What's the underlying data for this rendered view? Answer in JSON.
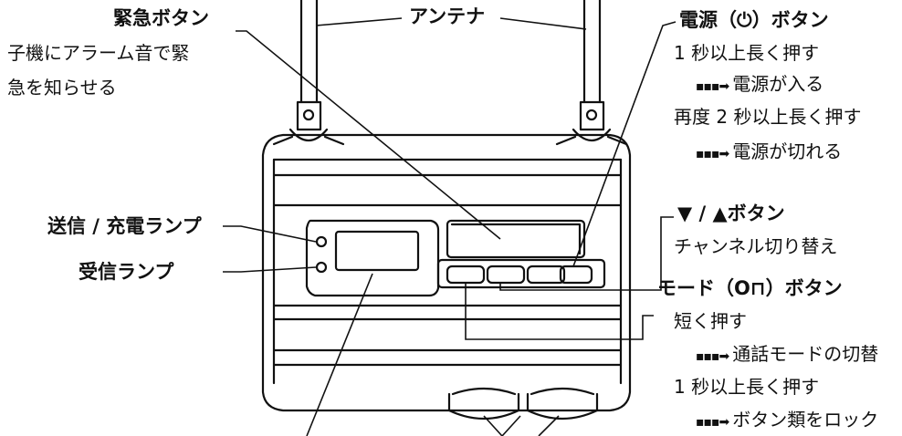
{
  "labels": {
    "emergency_button": "緊急ボタン",
    "emergency_desc_1": "子機にアラーム音で緊",
    "emergency_desc_2": "急を知らせる",
    "antenna": "アンテナ",
    "power_button": "電源（⏻）ボタン",
    "power_desc_1": "1 秒以上長く押す",
    "power_desc_2": "電源が入る",
    "power_desc_3": "再度 2 秒以上長く押す",
    "power_desc_4": "電源が切れる",
    "send_charge_lamp": "送信 / 充電ランプ",
    "receive_lamp": "受信ランプ",
    "channel_button": "▼ / ▲ボタン",
    "channel_desc": "チャンネル切り替え",
    "mode_button": "モード（O⊓）ボタン",
    "mode_desc_1": "短く押す",
    "mode_desc_2": "通話モードの切替",
    "mode_desc_3": "1 秒以上長く押す",
    "mode_desc_4": "ボタン類をロック",
    "result_arrow": "▪▪▪➡"
  }
}
